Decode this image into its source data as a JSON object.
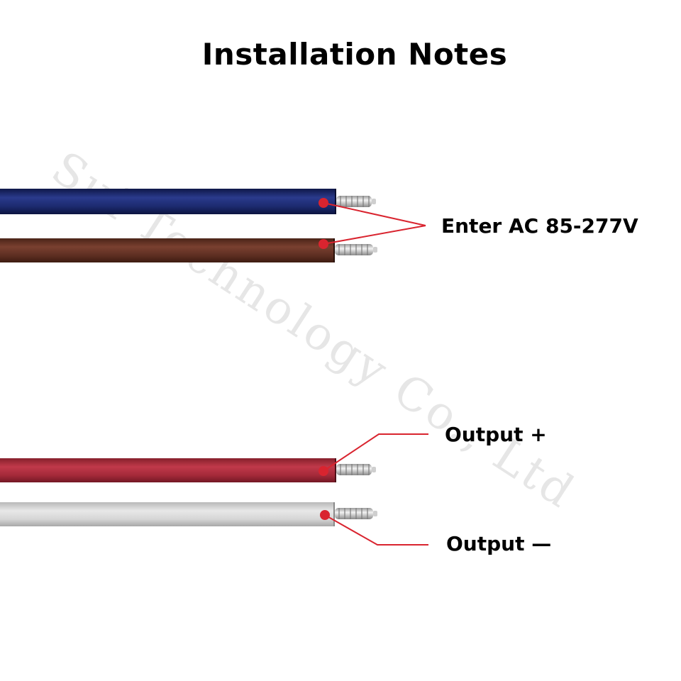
{
  "title": "Installation Notes",
  "watermark": "Sui Technology Co., Ltd",
  "labels": {
    "enter": "Enter AC 85-277V",
    "output_plus": "Output +",
    "output_minus": "Output —"
  },
  "colors": {
    "wire_blue": "#1c2a6e",
    "wire_brown": "#5e2f22",
    "wire_red": "#a52a3a",
    "wire_white": "#d6d6d6",
    "leader": "#d9242f"
  }
}
